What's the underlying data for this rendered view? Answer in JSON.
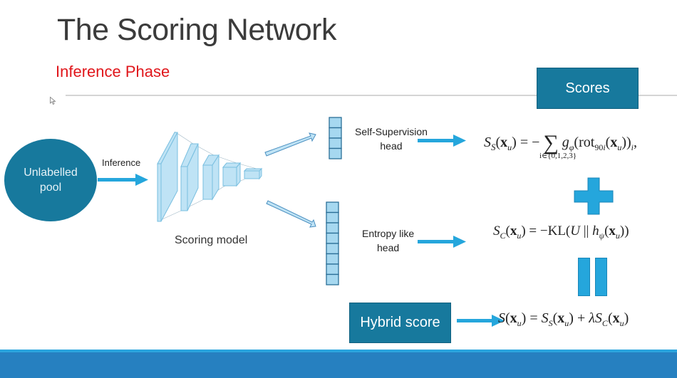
{
  "slide": {
    "title": "The Scoring Network",
    "subtitle": "Inference Phase",
    "colors": {
      "accent_teal": "#17799d",
      "arrow_blue": "#25a6dc",
      "subtitle_red": "#e0161b",
      "layer_fill": "#bfe3f5",
      "footer_bar": "#2680c0"
    }
  },
  "nodes": {
    "pool": {
      "line1": "Unlabelled",
      "line2": "pool"
    },
    "inference_label": "Inference",
    "model_label": "Scoring model",
    "self_supervision_head": {
      "line1": "Self-Supervision",
      "line2": "head"
    },
    "entropy_head": {
      "line1": "Entropy like",
      "line2": "head"
    },
    "scores_box": "Scores",
    "hybrid_box": "Hybrid score"
  },
  "heads": {
    "self_supervision_cells": 4,
    "entropy_cells": 8
  },
  "formulas": {
    "self_supervision": "S_S(x_u) = − Σ g_φ(rot_90i(x_u))_i,",
    "self_supervision_sum_index": "i∈{0,1,2,3}",
    "entropy": "S_C(x_u) = −KL(U || h_ψ(x_u))",
    "hybrid": "S(x_u) = S_S(x_u) + λS_C(x_u)"
  },
  "operators": {
    "plus": "plus-icon",
    "equals": "equals-icon"
  }
}
